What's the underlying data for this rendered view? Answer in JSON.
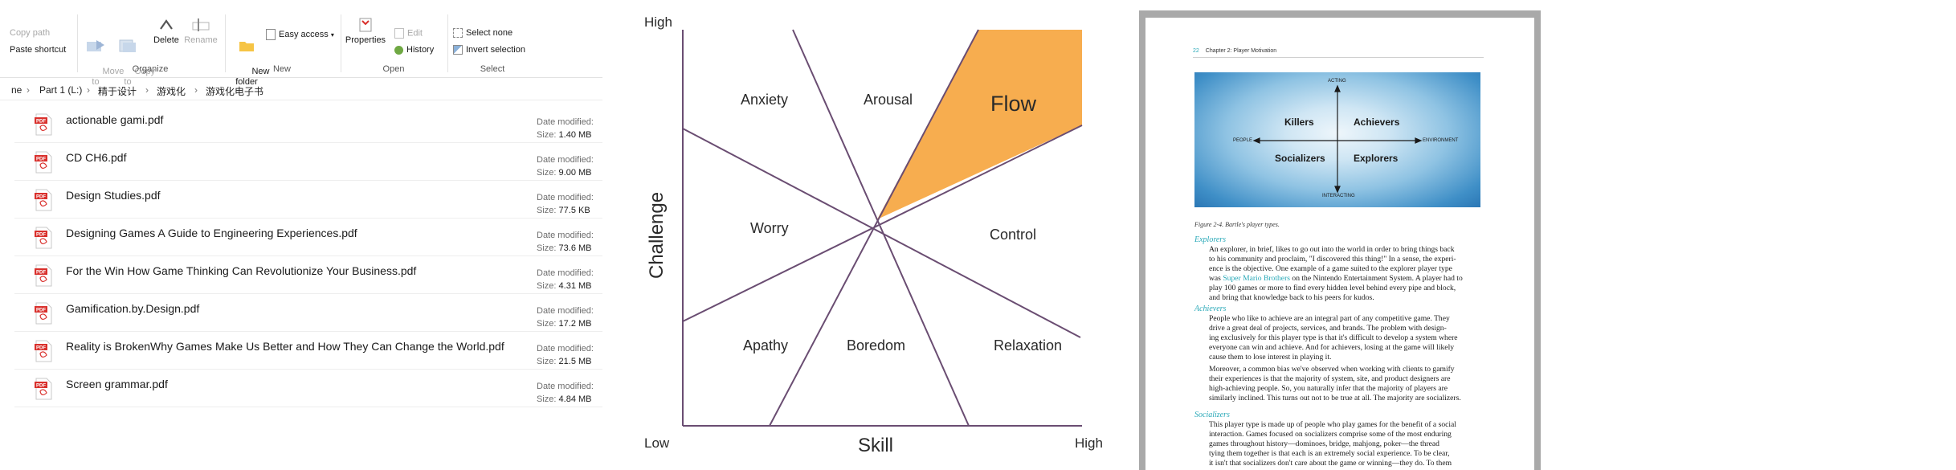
{
  "explorer": {
    "ribbon": {
      "clipboard": {
        "copy_path": "Copy path",
        "paste_shortcut": "Paste shortcut"
      },
      "organize": {
        "label": "Organize",
        "move_to": "Move\nto",
        "copy_to": "Copy\nto",
        "delete": "Delete",
        "rename": "Rename"
      },
      "new": {
        "label": "New",
        "new_folder": "New\nfolder",
        "easy_access": "Easy access"
      },
      "open": {
        "label": "Open",
        "properties": "Properties",
        "edit": "Edit",
        "history": "History"
      },
      "select": {
        "label": "Select",
        "select_none": "Select none",
        "invert_selection": "Invert selection"
      }
    },
    "breadcrumb": [
      "ne",
      "Part 1 (L:)",
      "精于设计",
      "游戏化",
      "游戏化电子书"
    ],
    "meta_labels": {
      "date_modified": "Date modified:",
      "size": "Size:"
    },
    "files": [
      {
        "name": "actionable gami.pdf",
        "size": "1.40 MB"
      },
      {
        "name": "CD CH6.pdf",
        "size": "9.00 MB"
      },
      {
        "name": "Design Studies.pdf",
        "size": "77.5 KB"
      },
      {
        "name": "Designing Games A Guide to Engineering Experiences.pdf",
        "size": "73.6 MB"
      },
      {
        "name": "For the Win How Game Thinking Can Revolutionize Your Business.pdf",
        "size": "4.31 MB"
      },
      {
        "name": "Gamification.by.Design.pdf",
        "size": "17.2 MB"
      },
      {
        "name": "Reality is BrokenWhy Games Make Us Better and How They Can Change the World.pdf",
        "size": "21.5 MB"
      },
      {
        "name": "Screen grammar.pdf",
        "size": "4.84 MB"
      }
    ],
    "pdf_badge": "PDF",
    "colors": {
      "pdf_red": "#d9302c"
    }
  },
  "flow_diagram": {
    "y_high": "High",
    "y_low": "Low",
    "x_high": "High",
    "y_axis": "Challenge",
    "x_axis": "Skill",
    "regions": {
      "anxiety": "Anxiety",
      "arousal": "Arousal",
      "flow": "Flow",
      "worry": "Worry",
      "control": "Control",
      "apathy": "Apathy",
      "boredom": "Boredom",
      "relaxation": "Relaxation"
    },
    "colors": {
      "flow_fill": "#f7ad4f",
      "lines": "#6a4d72"
    }
  },
  "book_page": {
    "page_number": "22",
    "chapter": "Chapter 2:  Player Motivation",
    "figure": {
      "quadrants": {
        "killers": "Killers",
        "achievers": "Achievers",
        "socializers": "Socializers",
        "explorers": "Explorers"
      },
      "axes": {
        "acting": "ACTING",
        "interacting": "INTERACTING",
        "people": "PEOPLE",
        "environment": "ENVIRONMENT"
      },
      "caption": "Figure 2-4. Bartle's player types."
    },
    "sections": [
      {
        "heading": "Explorers",
        "lines": [
          "An explorer, in brief, likes to go out into the world in order to bring things back",
          "to his community and proclaim, \"I discovered this thing!\" In a sense, the experi-",
          "ence is the objective. One example of a game suited to the explorer player type",
          "was Super Mario Brothers on the Nintendo Entertainment System. A player had to",
          "play 100 games or more to find every hidden level behind every pipe and block,",
          "and bring that knowledge back to his peers for kudos."
        ]
      },
      {
        "heading": "Achievers",
        "lines": [
          "People who like to achieve are an integral part of any competitive game. They",
          "drive a great deal of projects, services, and brands. The problem with design-",
          "ing exclusively for this player type is that it's difficult to develop a system where",
          "everyone can win and achieve. And for achievers, losing at the game will likely",
          "cause them to lose interest in playing it."
        ],
        "lines2": [
          "Moreover, a common bias we've observed when working with clients to gamify",
          "their experiences is that the majority of system, site, and product designers are",
          "high-achieving people. So, you naturally infer that the majority of players are",
          "similarly inclined. This turns out not to be true at all. The majority are socializers."
        ]
      },
      {
        "heading": "Socializers",
        "lines": [
          "This player type is made up of people who play games for the benefit of a social",
          "interaction. Games focused on socializers comprise some of the most enduring",
          "games throughout history—dominoes, bridge, mahjong, poker—the thread",
          "tying them together is that each is an extremely social experience. To be clear,",
          "it isn't that socializers don't care about the game or winning—they do. To them"
        ]
      }
    ]
  }
}
